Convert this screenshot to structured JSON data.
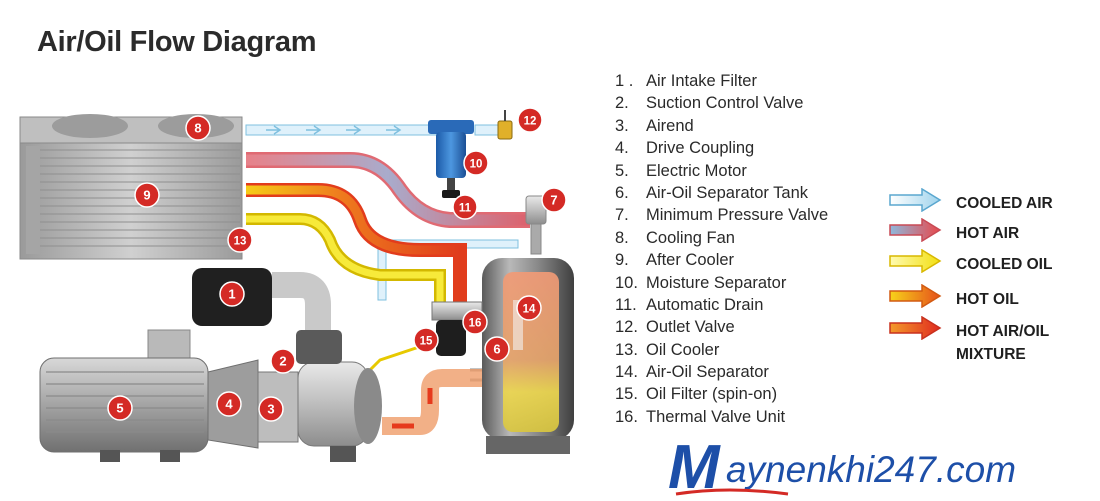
{
  "title": "Air/Oil Flow Diagram",
  "parts": [
    {
      "number": "1 .",
      "name": "Air Intake Filter"
    },
    {
      "number": "2.",
      "name": "Suction Control Valve"
    },
    {
      "number": "3.",
      "name": "Airend"
    },
    {
      "number": "4.",
      "name": "Drive Coupling"
    },
    {
      "number": "5.",
      "name": "Electric Motor"
    },
    {
      "number": "6.",
      "name": "Air-Oil Separator Tank"
    },
    {
      "number": "7.",
      "name": "Minimum Pressure Valve"
    },
    {
      "number": "8.",
      "name": "Cooling Fan"
    },
    {
      "number": "9.",
      "name": "After Cooler"
    },
    {
      "number": "10.",
      "name": "Moisture Separator"
    },
    {
      "number": "11.",
      "name": "Automatic Drain"
    },
    {
      "number": "12.",
      "name": "Outlet Valve"
    },
    {
      "number": "13.",
      "name": "Oil Cooler"
    },
    {
      "number": "14.",
      "name": "Air-Oil Separator"
    },
    {
      "number": "15.",
      "name": "Oil Filter (spin-on)"
    },
    {
      "number": "16.",
      "name": "Thermal Valve Unit"
    }
  ],
  "legend": [
    {
      "label": "COOLED AIR",
      "color_start": "#ffffff",
      "color_end": "#9fd3ec",
      "stroke": "#5aa7cf"
    },
    {
      "label": "HOT AIR",
      "color_start": "#8fb8dc",
      "color_end": "#e8484b",
      "stroke": "#c84a55"
    },
    {
      "label": "COOLED OIL",
      "color_start": "#fffbb0",
      "color_end": "#f2df12",
      "stroke": "#d8b800"
    },
    {
      "label": "HOT OIL",
      "color_start": "#f7d31a",
      "color_end": "#e6511b",
      "stroke": "#d25a12"
    },
    {
      "label": "HOT AIR/OIL\nMIXTURE",
      "label_line1": "HOT AIR/OIL",
      "label_line2": "MIXTURE",
      "color_start": "#f39a2a",
      "color_end": "#e02a1f",
      "stroke": "#c8301e"
    }
  ],
  "markers": [
    "1",
    "2",
    "3",
    "4",
    "5",
    "6",
    "7",
    "8",
    "9",
    "10",
    "11",
    "12",
    "13",
    "14",
    "15",
    "16"
  ],
  "watermark": {
    "text": "Maynenkhi247.com",
    "first_letter": "M",
    "rest": "aynenkhi247.com"
  },
  "colors": {
    "marker_red": "#d42a25",
    "watermark_blue": "#1d4fa8"
  }
}
